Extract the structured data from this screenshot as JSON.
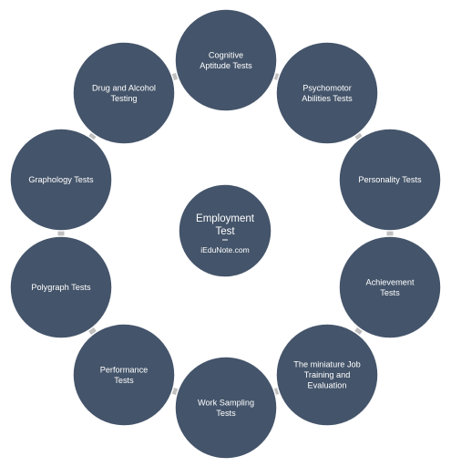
{
  "colors": {
    "node_fill": "#44546A",
    "node_stroke": "#ffffff",
    "connector": "#BFBFBF",
    "background": "#ffffff",
    "text": "#ffffff"
  },
  "center": {
    "lines": [
      "Employment",
      "Test"
    ],
    "watermark": "iEduNote.com"
  },
  "nodes": [
    {
      "id": "cognitive-aptitude-tests",
      "lines": [
        "Cognitive",
        "Aptitude Tests"
      ]
    },
    {
      "id": "psychomotor-abilities-tests",
      "lines": [
        "Psychomotor",
        "Abilities Tests"
      ]
    },
    {
      "id": "personality-tests",
      "lines": [
        "Personality Tests"
      ]
    },
    {
      "id": "achievement-tests",
      "lines": [
        "Achievement",
        "Tests"
      ]
    },
    {
      "id": "miniature-job-training-evaluation",
      "lines": [
        "The miniature Job",
        "Training and",
        "Evaluation"
      ]
    },
    {
      "id": "work-sampling-tests",
      "lines": [
        "Work Sampling",
        "Tests"
      ]
    },
    {
      "id": "performance-tests",
      "lines": [
        "Performance",
        "Tests"
      ]
    },
    {
      "id": "polygraph-tests",
      "lines": [
        "Polygraph Tests"
      ]
    },
    {
      "id": "graphology-tests",
      "lines": [
        "Graphology Tests"
      ]
    },
    {
      "id": "drug-and-alcohol-testing",
      "lines": [
        "Drug and Alcohol",
        "Testing"
      ]
    }
  ]
}
